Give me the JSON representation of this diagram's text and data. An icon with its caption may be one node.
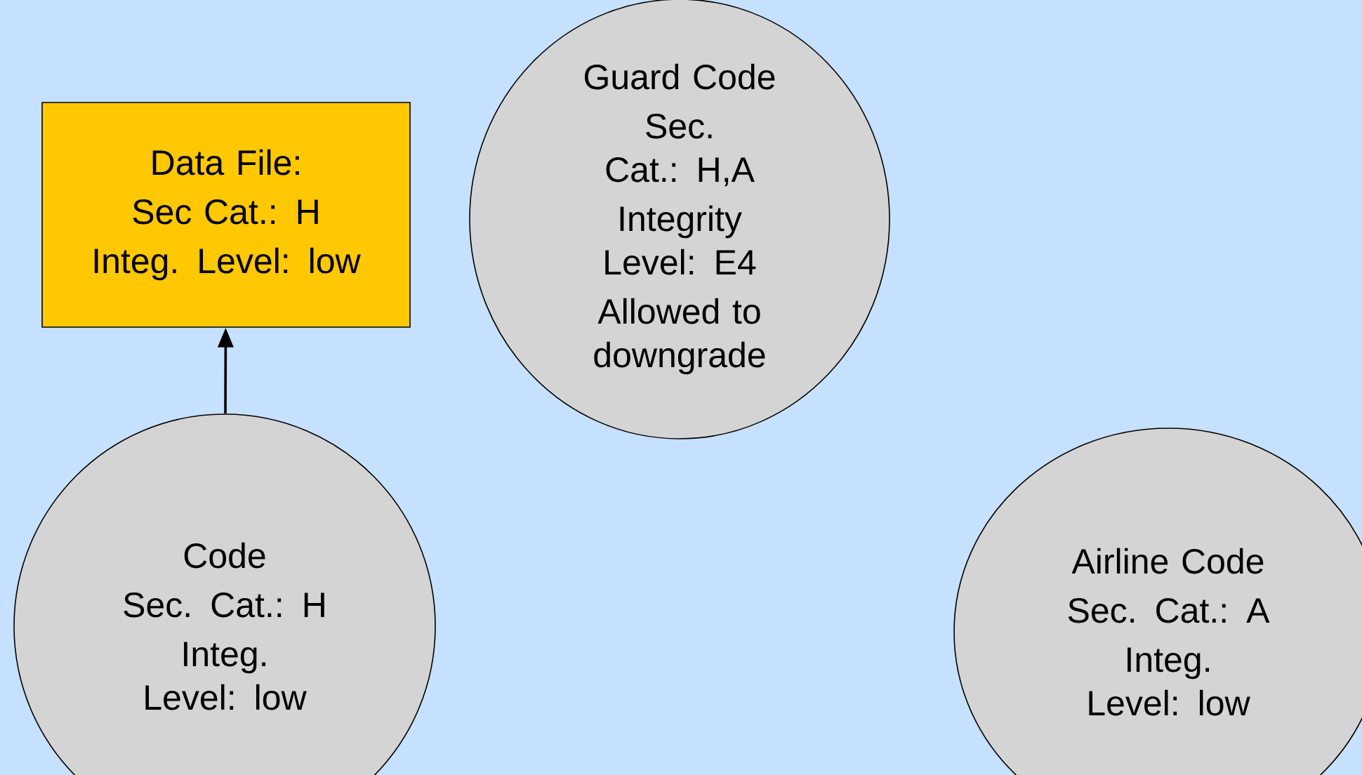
{
  "diagram": {
    "nodes": [
      {
        "text": [
          "Data File:",
          "Sec Cat.: H",
          "Integ. Level: low"
        ]
      },
      {
        "text": [
          "Guard Code",
          "Sec. Cat.: H,A",
          "Integrity Level: E4",
          "Allowed to downgrade"
        ]
      },
      {
        "text": [
          "Code",
          "Sec. Cat.: H",
          "Integ. Level: low"
        ]
      },
      {
        "text": [
          "Airline Code",
          "Sec. Cat.: A",
          "Integ. Level: low"
        ]
      }
    ],
    "edges": [
      {
        "from": 2,
        "to": 0,
        "arrow": "to"
      }
    ]
  }
}
